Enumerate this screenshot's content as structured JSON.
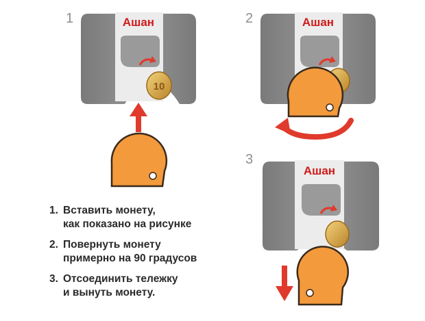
{
  "brand": {
    "logo_text": "Ашан"
  },
  "coin": {
    "denomination": "10"
  },
  "steps": [
    {
      "number": "1"
    },
    {
      "number": "2"
    },
    {
      "number": "3"
    }
  ],
  "instructions": [
    {
      "number": "1.",
      "line1": "Вставить монету,",
      "line2": "как показано на рисунке"
    },
    {
      "number": "2.",
      "line1": "Повернуть монету",
      "line2": "примерно на 90 градусов"
    },
    {
      "number": "3.",
      "line1": "Отсоединить тележку",
      "line2": "и вынуть монету."
    }
  ],
  "colors": {
    "panel_gray": "#8a8a8a",
    "tab_gray": "#a9a9a9",
    "brand_red": "#d11a1a",
    "arrow_red": "#e03a2c",
    "coin_orange": "#f39a3d",
    "gold_coin": "#d9a441"
  }
}
